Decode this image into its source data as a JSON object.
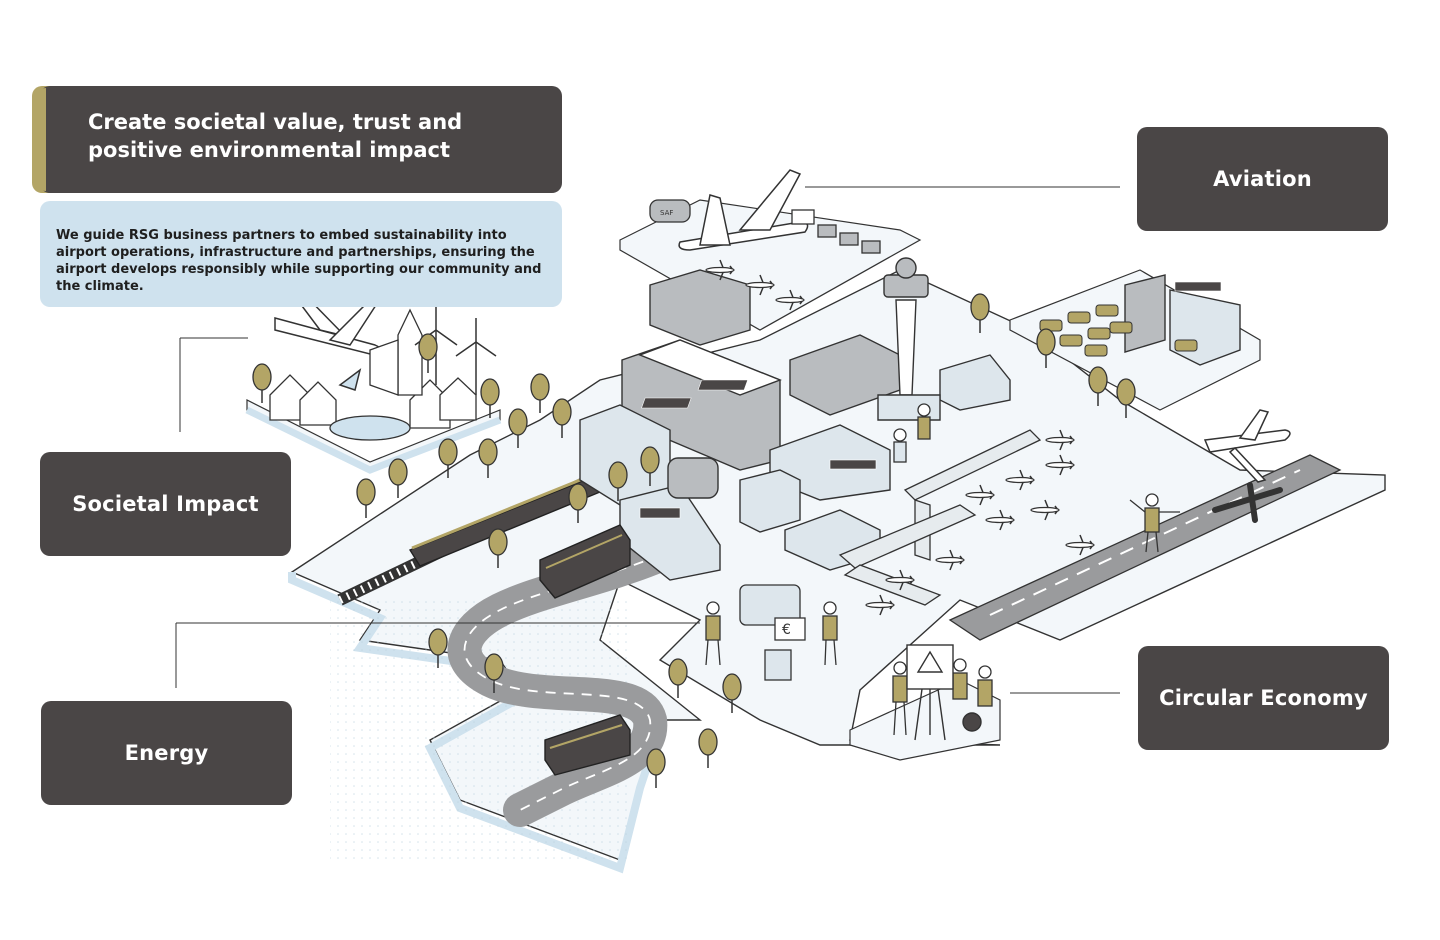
{
  "header": {
    "title": "Create societal value, trust and positive environmental impact",
    "description": "We guide RSG business partners to embed sustainability into airport operations, infrastructure and partnerships, ensuring the airport develops responsibly while supporting our community and the climate."
  },
  "categories": {
    "aviation": "Aviation",
    "societal_impact": "Societal Impact",
    "energy": "Energy",
    "circular_economy": "Circular Economy"
  },
  "illustration": {
    "tanker_label": "SAF",
    "charger_label": "€"
  },
  "colors": {
    "card_bg": "#4a4646",
    "accent_gold": "#b3a566",
    "desc_bg": "#cfe2ee",
    "ground_blue": "#d8e8f2",
    "building_grey": "#b9bcbf",
    "road_grey": "#9a9b9d"
  }
}
